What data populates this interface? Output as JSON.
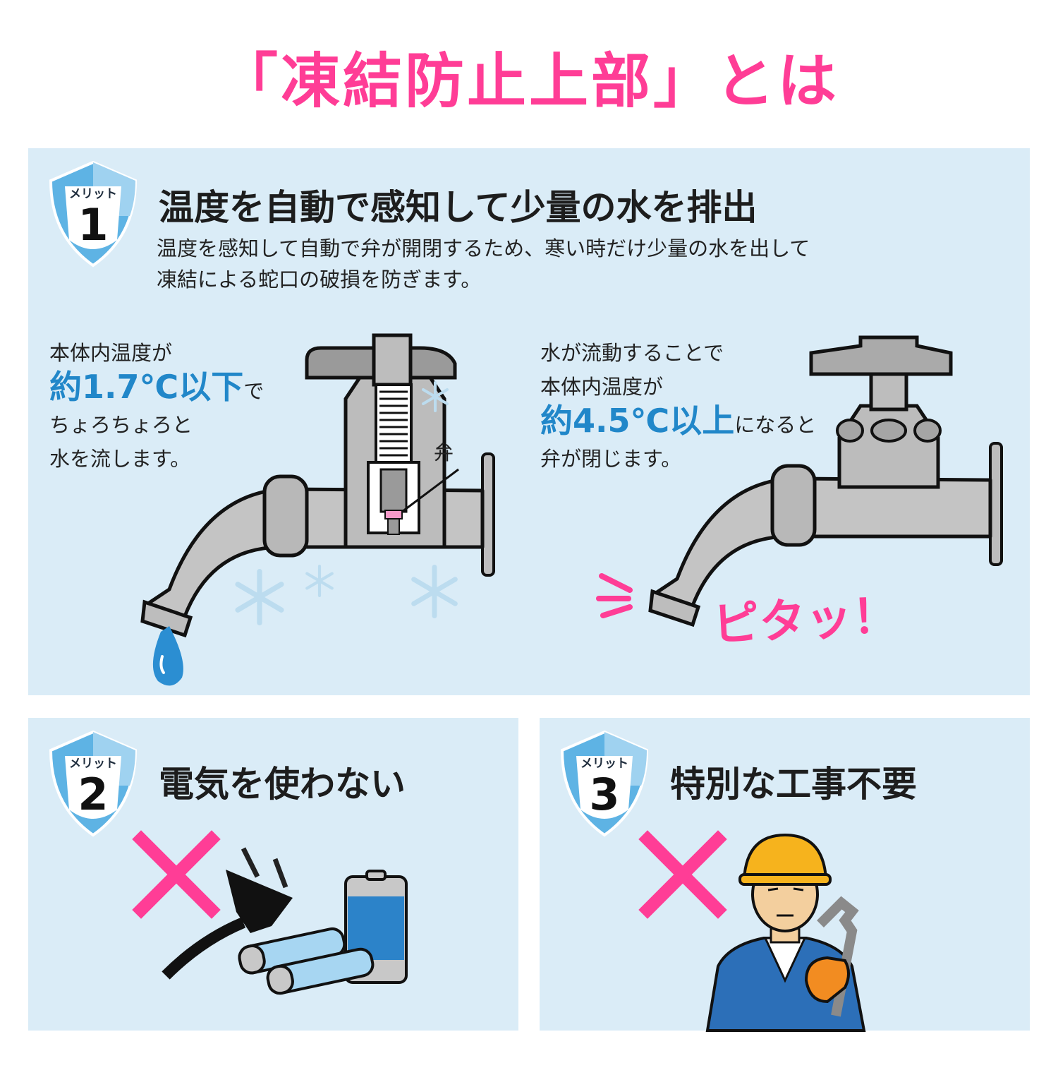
{
  "title": "「凍結防止上部」とは",
  "merits": [
    {
      "badge_label": "メリット",
      "badge_number": "1",
      "heading": "温度を自動で感知して少量の水を排出",
      "description_lines": [
        "温度を感知して自動で弁が開閉するため、寒い時だけ少量の水を出して",
        "凍結による蛇口の破損を防ぎます。"
      ],
      "left_callout": {
        "line1": "本体内温度が",
        "emphasis": "約1.7℃以下",
        "emphasis_suffix": "で",
        "line3": "ちょろちょろと",
        "line4": "水を流します。"
      },
      "valve_label": "弁",
      "right_callout": {
        "line1": "水が流動することで",
        "line2": "本体内温度が",
        "emphasis": "約4.5℃以上",
        "emphasis_suffix": "になると",
        "line4": "弁が閉じます。"
      },
      "exclamation": "ピタッ！"
    },
    {
      "badge_label": "メリット",
      "badge_number": "2",
      "heading": "電気を使わない"
    },
    {
      "badge_label": "メリット",
      "badge_number": "3",
      "heading": "特別な工事不要"
    }
  ],
  "colors": {
    "accent_pink": "#ff3d96",
    "accent_blue": "#2187c9",
    "panel_bg": "#daecf7",
    "badge_blue": "#5eb3e4"
  },
  "icons": [
    "shield-badge-icon",
    "faucet-cutaway-icon",
    "faucet-closed-icon",
    "snowflake-icon",
    "water-drop-icon",
    "cross-mark-icon",
    "power-plug-icon",
    "battery-icon",
    "worker-icon",
    "wrench-icon"
  ]
}
